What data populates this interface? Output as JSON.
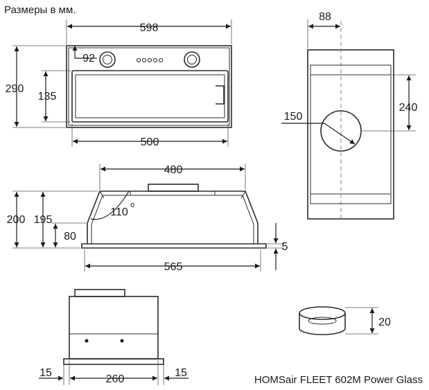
{
  "header": {
    "units_note": "Размеры в мм."
  },
  "footer": {
    "model_name": "HOMSair FLEET 602M Power Glass"
  },
  "front_view": {
    "width_label": "598",
    "height_label": "290",
    "control_offset_label": "92",
    "filter_height_label": "135",
    "filter_width_label": "500"
  },
  "side_view": {
    "depth_label": "88",
    "outlet_diameter_label": "150",
    "outlet_height_label": "240"
  },
  "profile_view": {
    "top_width_label": "480",
    "total_height_label": "200",
    "body_height_label": "195",
    "lower_height_label": "80",
    "angle_label": "110",
    "angle_unit": "o",
    "panel_thickness_label": "5",
    "bottom_width_label": "565"
  },
  "bottom_view": {
    "left_margin_label": "15",
    "width_label": "260",
    "right_margin_label": "15"
  },
  "flange_view": {
    "height_label": "20"
  }
}
